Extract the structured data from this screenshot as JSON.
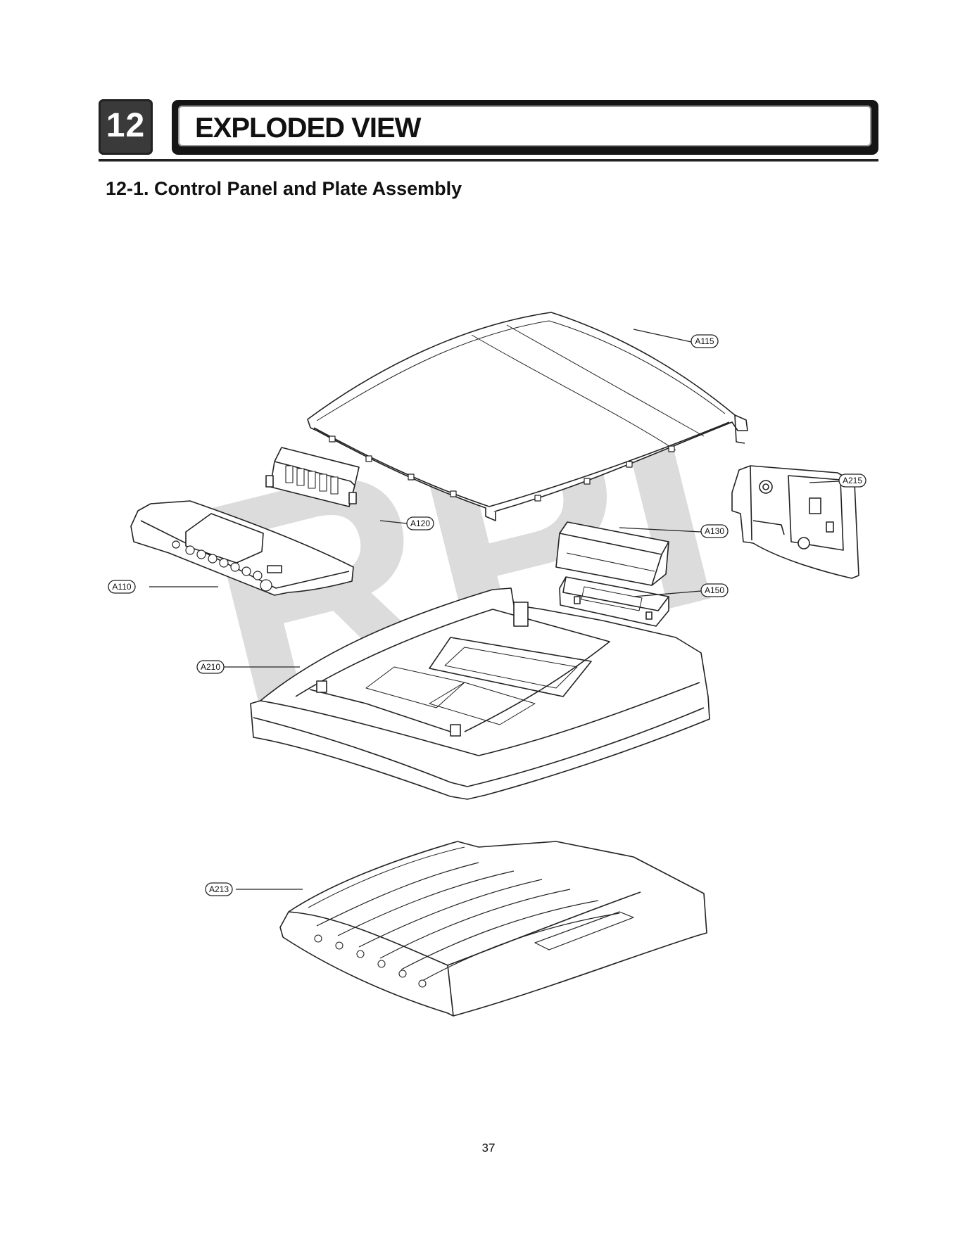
{
  "header": {
    "chapter_number": "12",
    "chapter_title": "EXPLODED VIEW"
  },
  "section": {
    "title": "12-1. Control Panel and Plate Assembly"
  },
  "watermark": {
    "text": "RPI"
  },
  "diagram": {
    "part_labels": {
      "a115": "A115",
      "a215": "A215",
      "a120": "A120",
      "a130": "A130",
      "a110": "A110",
      "a150": "A150",
      "a210": "A210",
      "a213": "A213"
    }
  },
  "footer": {
    "page_number": "37"
  }
}
